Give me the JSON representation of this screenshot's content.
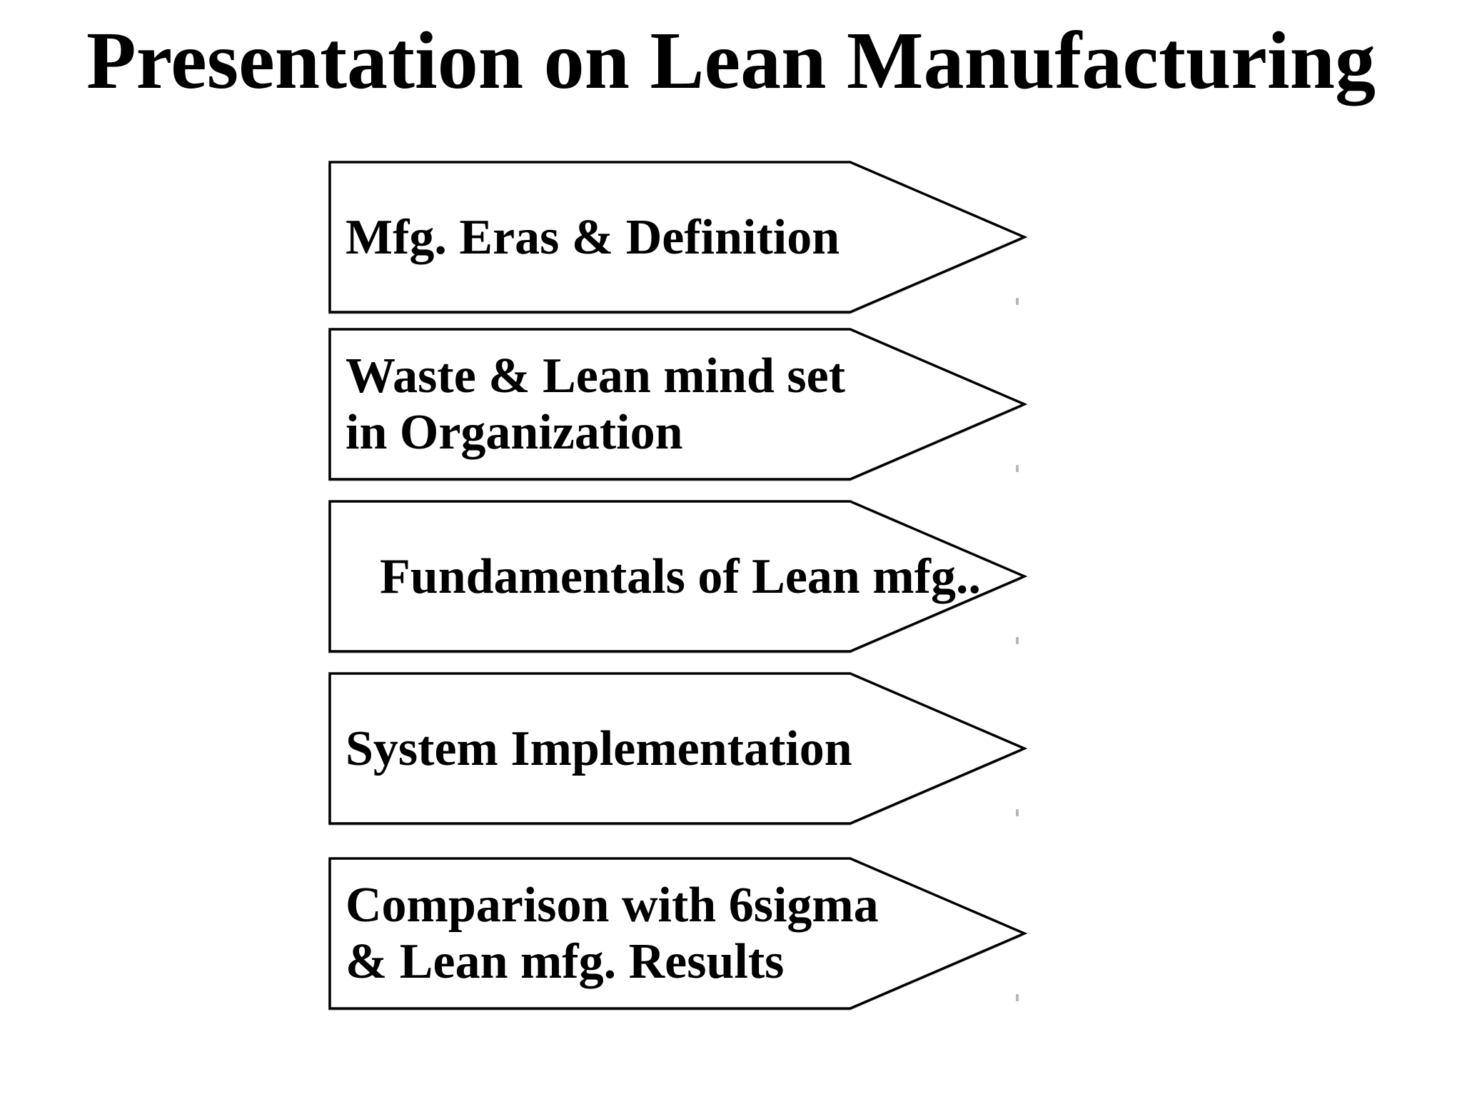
{
  "slide": {
    "title": "Presentation on Lean Manufacturing",
    "arrows": [
      {
        "id": "mfg-eras-definition",
        "lines": [
          "Mfg. Eras & Definition"
        ]
      },
      {
        "id": "waste-lean-mindset",
        "lines": [
          "Waste & Lean mind set",
          "in Organization"
        ]
      },
      {
        "id": "fundamentals-lean-mfg",
        "lines": [
          "Fundamentals of Lean mfg.."
        ]
      },
      {
        "id": "system-implementation",
        "lines": [
          "System Implementation"
        ]
      },
      {
        "id": "comparison-6sigma-results",
        "lines": [
          "Comparison with 6sigma",
          "& Lean mfg. Results"
        ]
      }
    ],
    "colors": {
      "background": "#ffffff",
      "shape_fill": "#ffffff",
      "shape_outline": "#000000",
      "text": "#000000"
    }
  }
}
